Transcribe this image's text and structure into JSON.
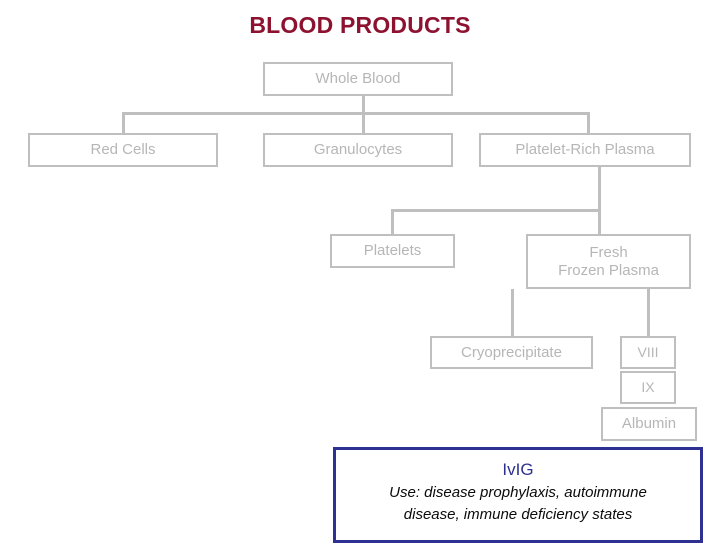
{
  "diagram": {
    "title": "BLOOD PRODUCTS",
    "title_color": "#8d1230",
    "node_border_color": "#bfbfbf",
    "node_text_color": "#b6b6b6",
    "connector_color": "#bfbfbf",
    "background": "#ffffff",
    "nodes": {
      "whole_blood": "Whole Blood",
      "red_cells": "Red Cells",
      "granulocytes": "Granulocytes",
      "platelet_rich_plasma": "Platelet-Rich Plasma",
      "platelets": "Platelets",
      "fresh_frozen_plasma_line1": "Fresh",
      "fresh_frozen_plasma_line2": "Frozen Plasma",
      "cryoprecipitate": "Cryoprecipitate",
      "factor_viii": "VIII",
      "factor_ix": "IX",
      "albumin": "Albumin"
    },
    "callout": {
      "title": "IvIG",
      "line1": "Use: disease prophylaxis, autoimmune",
      "line2": "disease, immune deficiency states",
      "border_color": "#2e3192",
      "title_color": "#2e3192",
      "body_color": "#0b0b0b"
    }
  }
}
